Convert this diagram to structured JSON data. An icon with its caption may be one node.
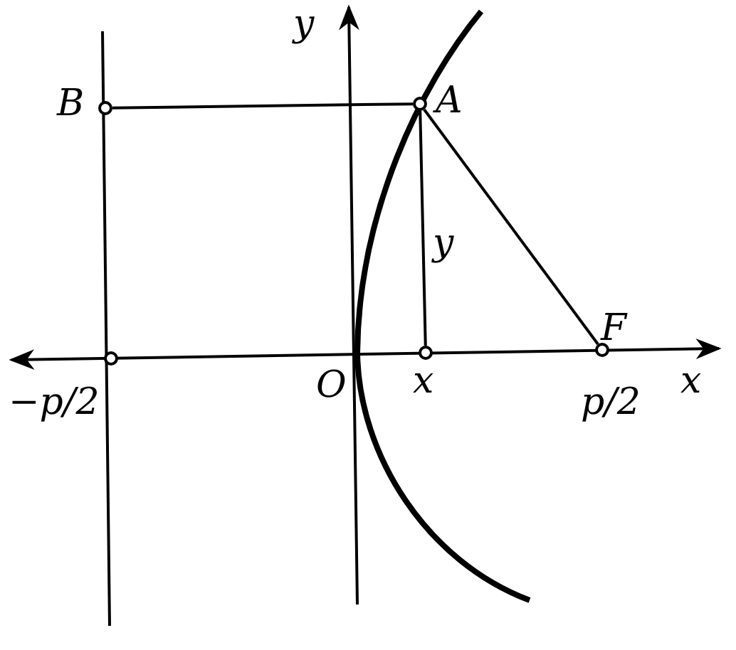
{
  "diagram": {
    "nodes": [
      {
        "text": [],
        "shape": "circle"
      },
      {
        "text": [],
        "shape": "circle"
      },
      {
        "text": [],
        "shape": "circle"
      },
      {
        "text": [],
        "shape": "circle"
      },
      {
        "text": [],
        "shape": "circle"
      }
    ],
    "edges": [
      {
        "from": 0,
        "to": 1,
        "arrow": "none"
      },
      {
        "from": 1,
        "to": 2,
        "arrow": "none"
      },
      {
        "from": 1,
        "to": 3,
        "arrow": "none"
      }
    ],
    "labels": [
      "y",
      "B",
      "A",
      "y",
      "F",
      "−p/2",
      "O",
      "x",
      "p/2",
      "x"
    ]
  }
}
